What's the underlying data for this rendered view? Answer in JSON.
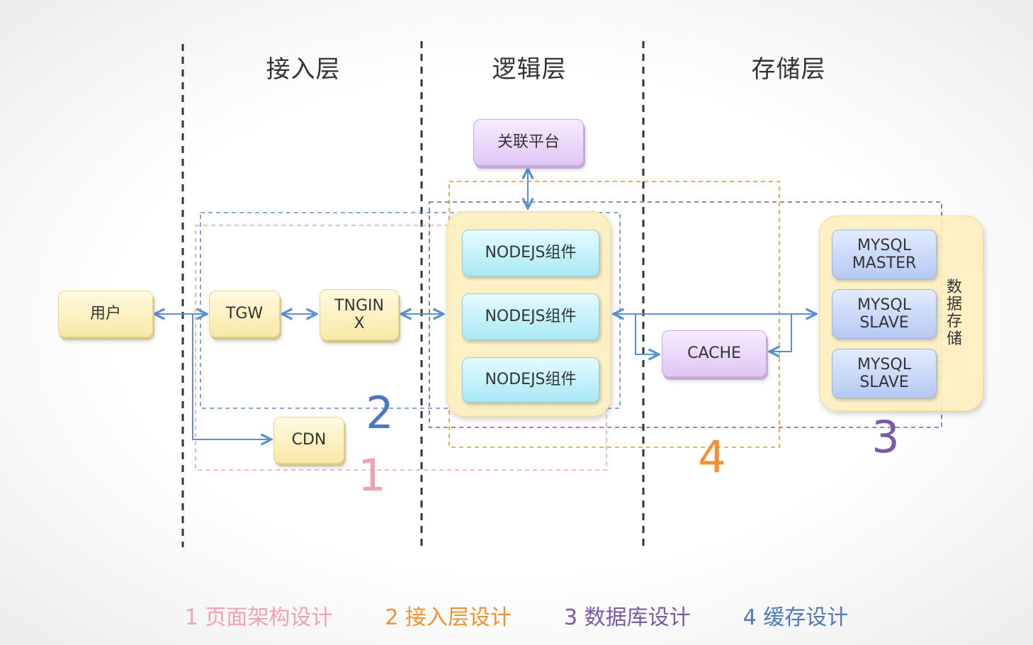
{
  "layers": {
    "access": "接入层",
    "logic": "逻辑层",
    "storage": "存储层"
  },
  "nodes": {
    "user": "用户",
    "tgw": "TGW",
    "tnginx": "TNGIN\nX",
    "cdn": "CDN",
    "link_platform": "关联平台",
    "nodejs_1": "NODEJS组件",
    "nodejs_2": "NODEJS组件",
    "nodejs_3": "NODEJS组件",
    "cache": "CACHE",
    "mysql_master": "MYSQL\nMASTER",
    "mysql_slave_1": "MYSQL\nSLAVE",
    "mysql_slave_2": "MYSQL\nSLAVE",
    "data_storage": "数据存储"
  },
  "regions": {
    "r1": {
      "number": "1",
      "color": "#f2a2ad"
    },
    "r2": {
      "number": "2",
      "color": "#4f79bd"
    },
    "r3": {
      "number": "3",
      "color": "#7a5aa6"
    },
    "r4": {
      "number": "4",
      "color": "#f0922f"
    }
  },
  "legend": [
    {
      "text": "1 页面架构设计",
      "color": "#f2a2ad"
    },
    {
      "text": "2 接入层设计",
      "color": "#f0922f"
    },
    {
      "text": "3 数据库设计",
      "color": "#7a5aa6"
    },
    {
      "text": "4 缓存设计",
      "color": "#4f79bd"
    }
  ],
  "colors": {
    "arrow": "#5b8fd0",
    "divider": "#333333"
  }
}
